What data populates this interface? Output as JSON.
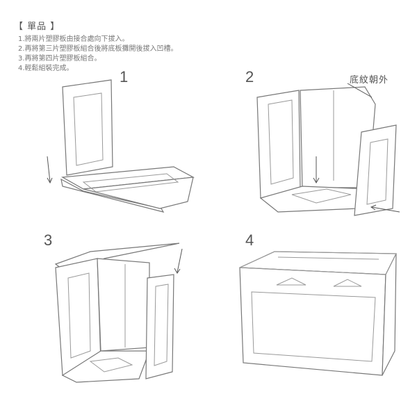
{
  "heading": "【 單品 】",
  "steps": [
    "1.將兩片塑膠板由接合處向下拔入。",
    "2.再將第三片塑膠板組合後將底板攤開後拔入凹槽。",
    "3.再將第四片塑膠板組合。",
    "4.輕鬆組裝完成。"
  ],
  "figures": [
    {
      "number": "1"
    },
    {
      "number": "2",
      "note": "底紋朝外"
    },
    {
      "number": "3"
    },
    {
      "number": "4"
    }
  ]
}
